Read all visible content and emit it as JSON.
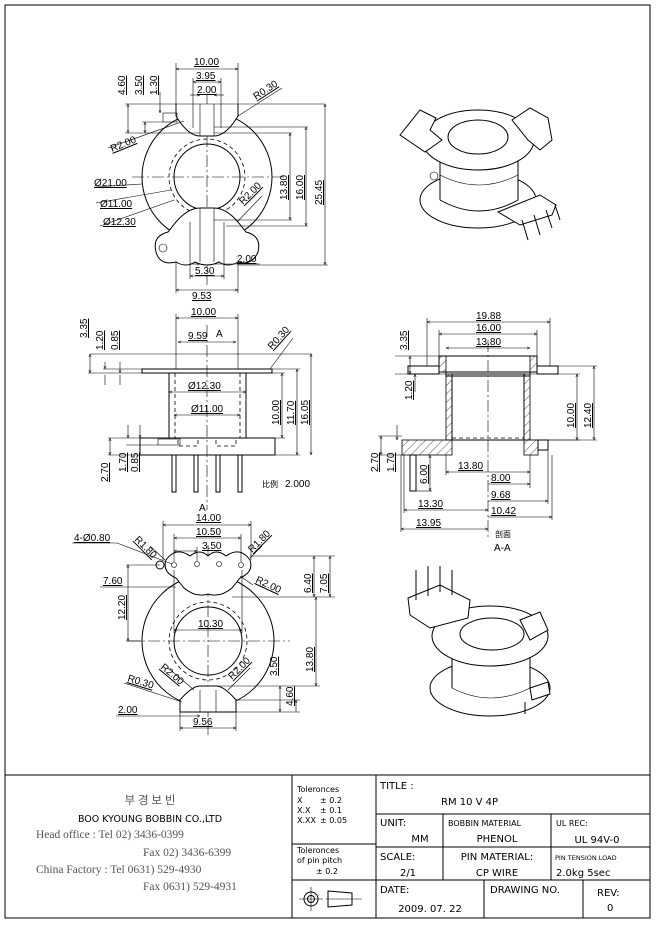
{
  "top_view": {
    "dims": [
      "10.00",
      "3.95",
      "2.00",
      "4.60",
      "3.50",
      "1.30",
      "R0.30",
      "R2.00",
      "Ø21.00",
      "Ø11.00",
      "Ø12.30",
      "R2.00",
      "13.80",
      "16.00",
      "25.45",
      "2.00",
      "5.30",
      "9.53"
    ]
  },
  "side_view": {
    "dims": [
      "10.00",
      "9.59",
      "3.35",
      "1.20",
      "0.85",
      "R0.30",
      "Ø12.30",
      "Ø11.00",
      "10.00",
      "11.70",
      "16.05",
      "2.70",
      "1.70",
      "0.85"
    ],
    "section_marks": [
      "A",
      "A"
    ],
    "scale_label": "比例",
    "scale_value": "2.000"
  },
  "section_view": {
    "dims": [
      "19.88",
      "16.00",
      "13.80",
      "3.35",
      "1.20",
      "10.00",
      "12.40",
      "2.70",
      "1.70",
      "6.00",
      "13.80",
      "8.00",
      "9.68",
      "10.42",
      "13.30",
      "13.95"
    ],
    "caption": "剖面",
    "name": "A-A"
  },
  "bottom_view": {
    "dims": [
      "14.00",
      "10.50",
      "3.50",
      "4-Ø0.80",
      "R1.80",
      "R1.80",
      "R2.00",
      "7.60",
      "6.40",
      "7.05",
      "12.20",
      "10.30",
      "13.80",
      "R2.00",
      "R2.00",
      "R0.30",
      "3.50",
      "4.60",
      "2.00",
      "9.56"
    ]
  },
  "company": {
    "korean_name": "부 경 보 빈",
    "name": "BOO KYOUNG BOBBIN CO.,LTD",
    "lines": [
      "Head office   : Tel  02) 3436-0399",
      "Fax  02) 3436-6399",
      "China Factory : Tel 0631) 529-4930",
      "Fax 0631) 529-4931"
    ]
  },
  "tolerances": {
    "title": "Toleronces",
    "rows": [
      {
        "key": "X",
        "value": "± 0.2"
      },
      {
        "key": "X.X",
        "value": "± 0.1"
      },
      {
        "key": "X.XX",
        "value": "± 0.05"
      }
    ],
    "pin_title_1": "Toleronces",
    "pin_title_2": "of pin pitch",
    "pin_value": "± 0.2"
  },
  "title_block": {
    "title_label": "TITLE :",
    "title_value": "RM 10 V 4P",
    "unit_label": "UNIT:",
    "unit_value": "MM",
    "bobbin_material_label": "BOBBIN MATERIAL",
    "bobbin_material_value": "PHENOL",
    "ul_rec_label": "UL REC:",
    "ul_rec_value": "UL 94V-0",
    "scale_label": "SCALE:",
    "scale_value": "2/1",
    "pin_material_label": "PIN MATERIAL:",
    "pin_material_value": "CP WIRE",
    "pin_tension_label": "PIN TENSION LOAD",
    "pin_tension_value": "2.0kg 5sec",
    "date_label": "DATE:",
    "date_value": "2009. 07. 22",
    "drawing_no_label": "DRAWING NO.",
    "drawing_no_value": "",
    "rev_label": "REV:",
    "rev_value": "0"
  }
}
